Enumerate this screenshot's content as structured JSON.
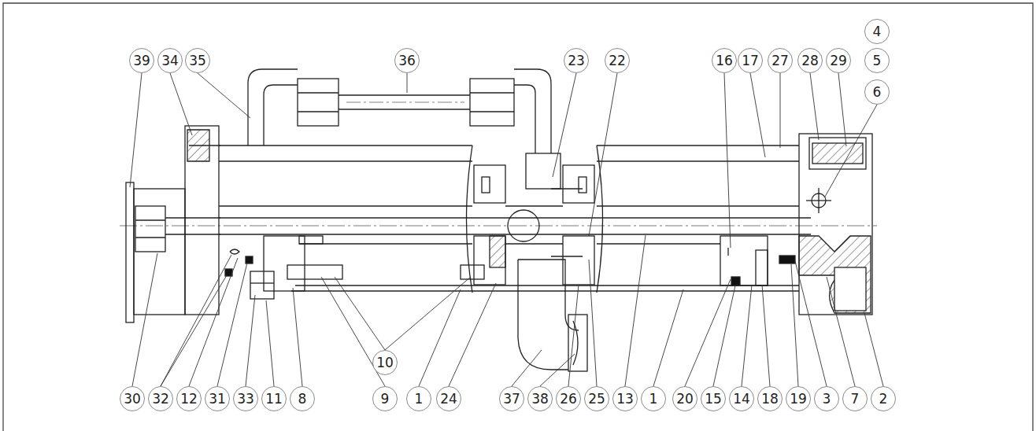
{
  "diagram": {
    "labels": [
      "4",
      "39",
      "34",
      "35",
      "36",
      "23",
      "22",
      "16",
      "17",
      "27",
      "28",
      "29",
      "5",
      "6",
      "10",
      "30",
      "32",
      "12",
      "31",
      "33",
      "11",
      "8",
      "9",
      "1",
      "24",
      "37",
      "38",
      "26",
      "25",
      "13",
      "1",
      "20",
      "15",
      "14",
      "18",
      "19",
      "3",
      "7",
      "2"
    ]
  }
}
